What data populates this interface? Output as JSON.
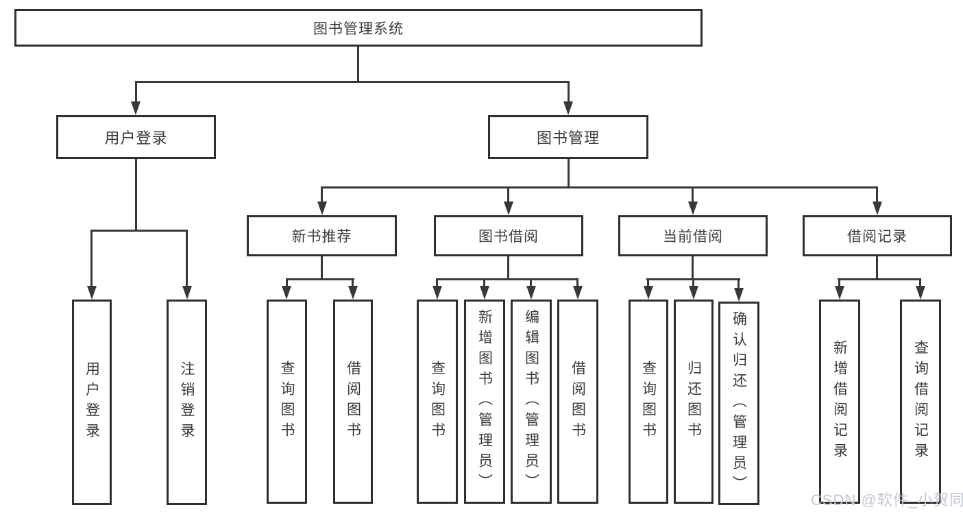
{
  "diagram": {
    "root": "图书管理系统",
    "branches": [
      {
        "label": "用户登录",
        "children": [
          {
            "label": "用户登录"
          },
          {
            "label": "注销登录"
          }
        ]
      },
      {
        "label": "图书管理",
        "children": [
          {
            "label": "新书推荐",
            "children": [
              {
                "label": "查询图书"
              },
              {
                "label": "借阅图书"
              }
            ]
          },
          {
            "label": "图书借阅",
            "children": [
              {
                "label": "查询图书"
              },
              {
                "label": "新增图书（管理员）"
              },
              {
                "label": "编辑图书（管理员）"
              },
              {
                "label": "借阅图书"
              }
            ]
          },
          {
            "label": "当前借阅",
            "children": [
              {
                "label": "查询图书"
              },
              {
                "label": "归还图书"
              },
              {
                "label": "确认归还（管理员）"
              }
            ]
          },
          {
            "label": "借阅记录",
            "children": [
              {
                "label": "新增借阅记录"
              },
              {
                "label": "查询借阅记录"
              }
            ]
          }
        ]
      }
    ]
  },
  "watermark": "CSDN @软件_小贺同学",
  "colors": {
    "line": "#383838",
    "border": "#2f2f2f",
    "text": "#3a3a3c",
    "background": "#ffffff",
    "watermark": "#c3c7d0"
  }
}
